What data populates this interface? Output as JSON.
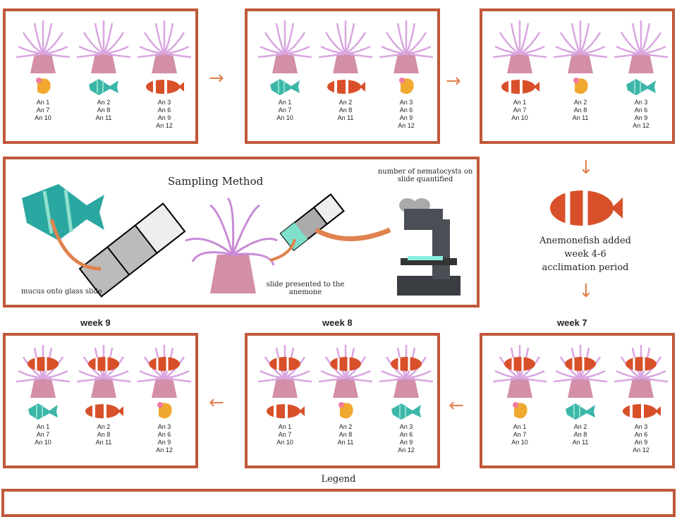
{
  "colors": {
    "border": "#c0583a",
    "arrow": "#e0824f",
    "anemone": "#d9a6e0",
    "clown": "#d8502a",
    "teal": "#3cb6a8",
    "shrimp": "#f0a830"
  },
  "labels": [
    [
      "An 1",
      "An 7",
      "An 10"
    ],
    [
      "An 2",
      "An 8",
      "An 11"
    ],
    [
      "An 3",
      "An 6",
      "An 9",
      "An 12"
    ]
  ],
  "top_panels": [
    [
      "shrimp",
      "teal",
      "clown"
    ],
    [
      "teal",
      "clown",
      "shrimp"
    ],
    [
      "clown",
      "shrimp",
      "teal"
    ]
  ],
  "bottom_panels": [
    {
      "week": "week 9",
      "animals": [
        "teal",
        "clown",
        "shrimp"
      ]
    },
    {
      "week": "week 8",
      "animals": [
        "clown",
        "shrimp",
        "teal"
      ]
    },
    {
      "week": "week 7",
      "animals": [
        "shrimp",
        "teal",
        "clown"
      ]
    }
  ],
  "sampling": {
    "title": "Sampling Method",
    "step1": "mucus onto glass slide",
    "step2": "slide presented to the anemone",
    "step3": "number of nematocysts on slide quantified"
  },
  "acclimation": {
    "line1": "Anemonefish added",
    "line2": "week 4-6",
    "line3": "acclimation period"
  },
  "legend": {
    "title": "Legend"
  }
}
